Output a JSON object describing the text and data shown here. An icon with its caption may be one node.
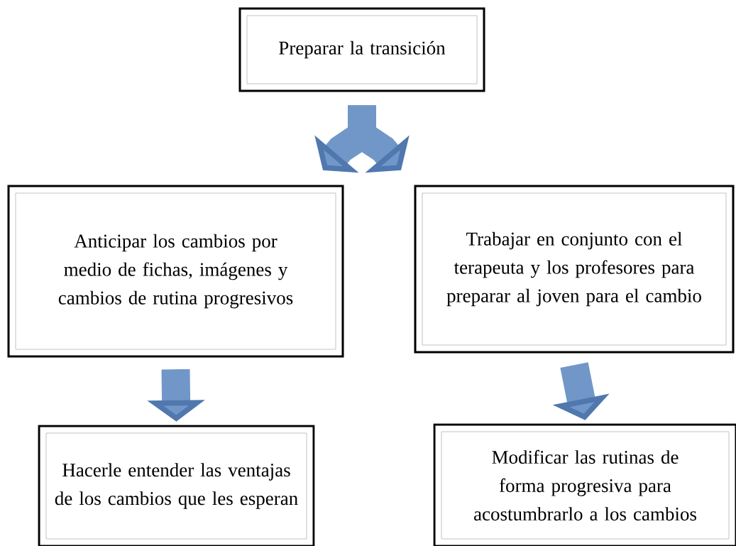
{
  "diagram": {
    "nodes": [
      {
        "text": [
          "Preparar la transición"
        ]
      },
      {
        "text": [
          "Anticipar los cambios por medio de fichas, imágenes y cambios de rutina progresivos"
        ]
      },
      {
        "text": [
          "Trabajar en conjunto con el terapeuta y los profesores para preparar al joven para el cambio"
        ]
      },
      {
        "text": [
          "Hacerle entender las ventajas de los cambios que les esperan"
        ]
      },
      {
        "text": [
          "Modificar las rutinas de forma progresiva para acostumbrarlo a los cambios"
        ]
      }
    ],
    "edges": [
      {
        "from": 0,
        "to": 1,
        "arrow": "to"
      },
      {
        "from": 0,
        "to": 2,
        "arrow": "to"
      },
      {
        "from": 1,
        "to": 3,
        "arrow": "to"
      },
      {
        "from": 2,
        "to": 4,
        "arrow": "to"
      }
    ]
  }
}
